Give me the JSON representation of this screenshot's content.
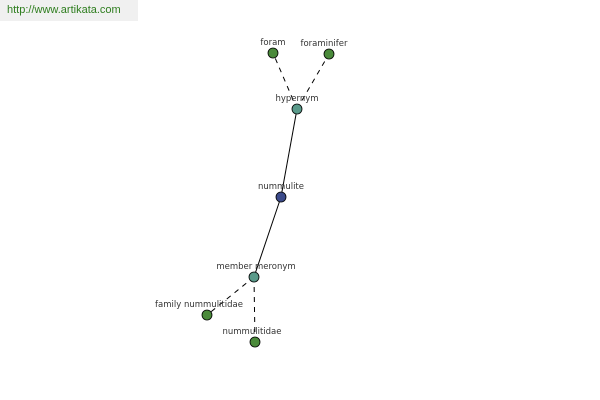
{
  "watermark": "http://www.artikata.com",
  "colors": {
    "center": "#3b4a8a",
    "relation": "#5a9a8a",
    "leaf": "#4a8a3a",
    "edge": "#000000"
  },
  "nodes": [
    {
      "id": "nummulite",
      "label": "nummulite",
      "kind": "center"
    },
    {
      "id": "hypernym",
      "label": "hypernym",
      "kind": "relation"
    },
    {
      "id": "member_meronym",
      "label": "member meronym",
      "kind": "relation"
    },
    {
      "id": "foram",
      "label": "foram",
      "kind": "leaf"
    },
    {
      "id": "foraminifer",
      "label": "foraminifer",
      "kind": "leaf"
    },
    {
      "id": "family_nummulitidae",
      "label": "family nummulitidae",
      "kind": "leaf"
    },
    {
      "id": "nummulitidae",
      "label": "nummulitidae",
      "kind": "leaf"
    }
  ],
  "edges": [
    {
      "from": "nummulite",
      "to": "hypernym",
      "style": "solid"
    },
    {
      "from": "nummulite",
      "to": "member_meronym",
      "style": "solid"
    },
    {
      "from": "hypernym",
      "to": "foram",
      "style": "dashed"
    },
    {
      "from": "hypernym",
      "to": "foraminifer",
      "style": "dashed"
    },
    {
      "from": "member_meronym",
      "to": "family_nummulitidae",
      "style": "dashed"
    },
    {
      "from": "member_meronym",
      "to": "nummulitidae",
      "style": "dashed"
    }
  ]
}
